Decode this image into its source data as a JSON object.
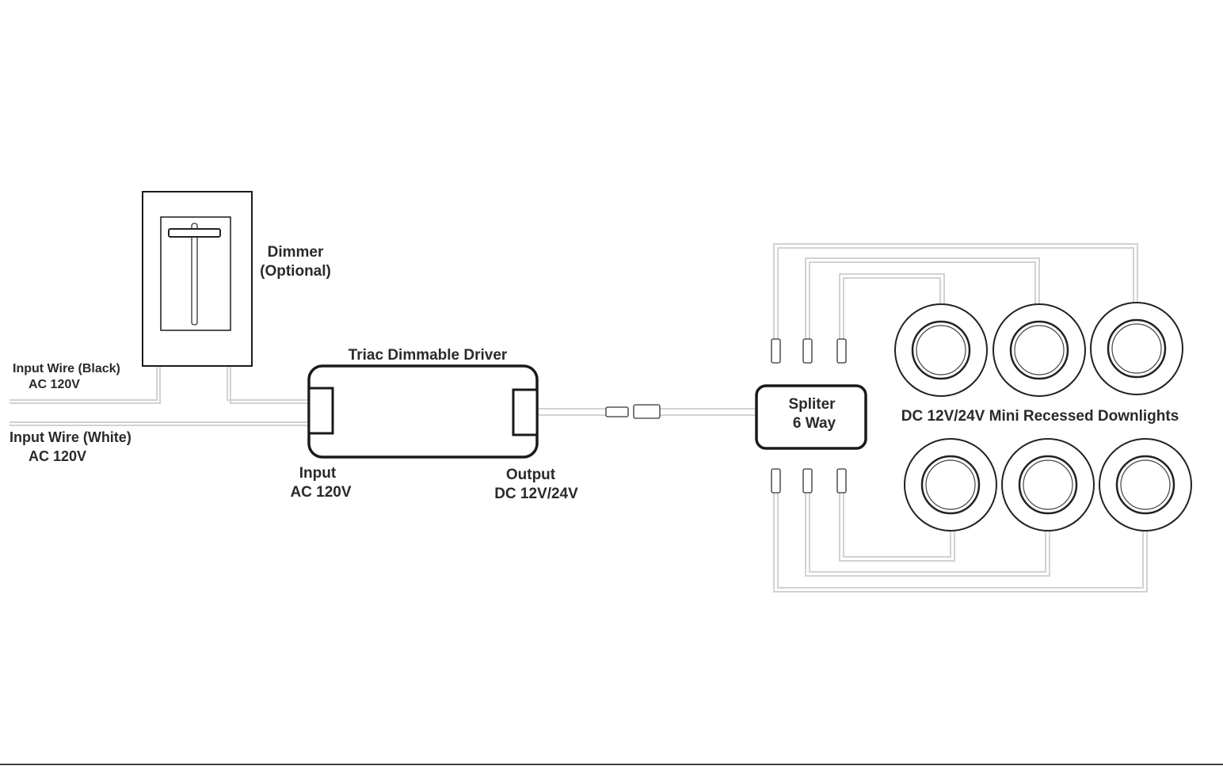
{
  "labels": {
    "dimmer": "Dimmer",
    "dimmer_optional": "(Optional)",
    "input_black": "Input Wire (Black)",
    "input_black_voltage": "AC 120V",
    "input_white": "Input Wire (White)",
    "input_white_voltage": "AC 120V",
    "driver_title": "Triac Dimmable Driver",
    "driver_input": "Input",
    "driver_input_voltage": "AC 120V",
    "driver_output": "Output",
    "driver_output_voltage": "DC 12V/24V",
    "splitter": "Spliter",
    "splitter_way": "6 Way",
    "downlights": "DC 12V/24V Mini Recessed Downlights"
  },
  "colors": {
    "wire": "#d2d2d2",
    "outline": "#1a1a1a",
    "text": "#2a2a2a"
  }
}
